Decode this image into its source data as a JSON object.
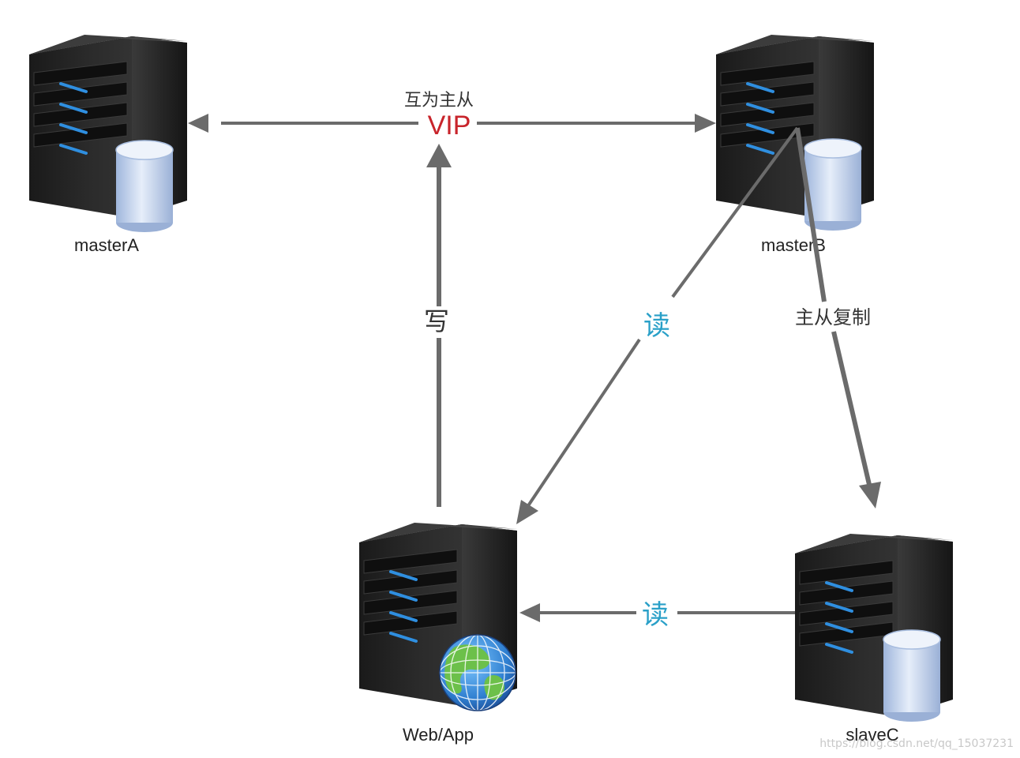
{
  "nodes": {
    "master_a": {
      "label": "masterA",
      "role": "database-server"
    },
    "master_b": {
      "label": "masterB",
      "role": "database-server"
    },
    "web_app": {
      "label": "Web/App",
      "role": "web-server"
    },
    "slave_c": {
      "label": "slaveC",
      "role": "database-server"
    }
  },
  "edges": {
    "mutual_master": {
      "label": "互为主从"
    },
    "vip": {
      "label": "VIP"
    },
    "write": {
      "label": "写"
    },
    "read_master_b": {
      "label": "读"
    },
    "replication": {
      "label": "主从复制"
    },
    "read_slave_c": {
      "label": "读"
    }
  },
  "watermark": "https://blog.csdn.net/qq_15037231",
  "colors": {
    "arrow": "#6b6b6b",
    "vip": "#c8242b",
    "read_label": "#2aa0c8",
    "server_body": "#2a2a2a",
    "led": "#2f8fe0",
    "db_cylinder": "#c5d6ef"
  },
  "icons": {
    "server": "server-tower-icon",
    "database": "database-cylinder-icon",
    "globe": "globe-icon"
  }
}
